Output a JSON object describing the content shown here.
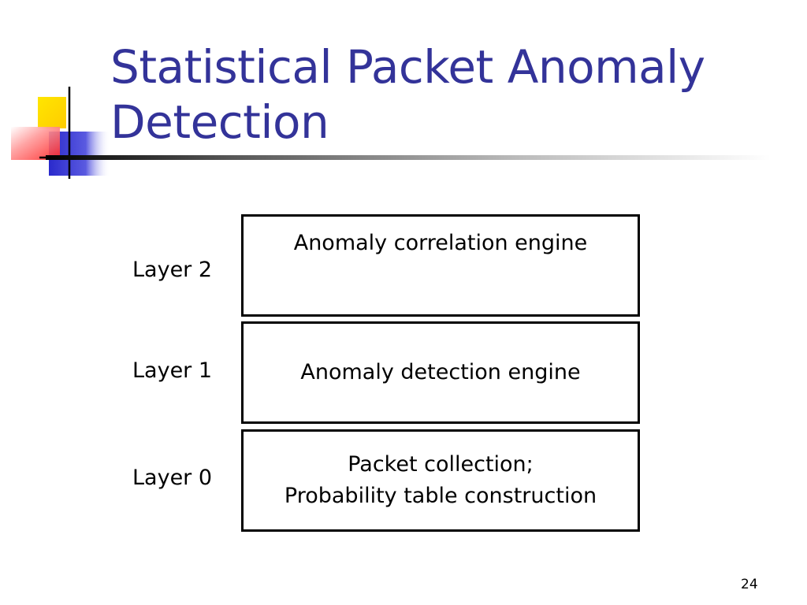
{
  "slide": {
    "title_line1": "Statistical Packet Anomaly",
    "title_line2": "Detection",
    "page_number": "24"
  },
  "colors": {
    "title": "#333399",
    "logo_yellow": "#ffd700",
    "logo_blue": "#3333cc",
    "logo_red": "#ff3333"
  },
  "layers": [
    {
      "label": "Layer 2",
      "box_lines": [
        "Anomaly correlation engine"
      ]
    },
    {
      "label": "Layer 1",
      "box_lines": [
        "Anomaly detection engine"
      ]
    },
    {
      "label": "Layer 0",
      "box_lines": [
        "Packet collection;",
        "Probability table construction"
      ]
    }
  ]
}
